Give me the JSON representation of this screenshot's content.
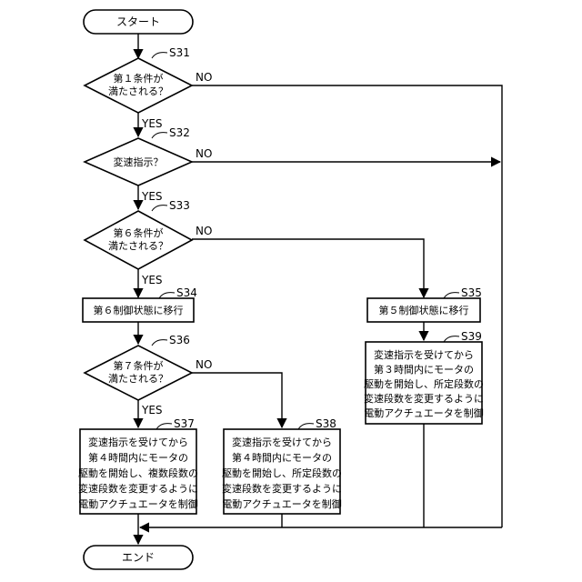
{
  "terminals": {
    "start": "スタート",
    "end": "エンド"
  },
  "steps": {
    "s31": {
      "id": "S31",
      "lines": [
        "第１条件が",
        "満たされる？"
      ]
    },
    "s32": {
      "id": "S32",
      "lines": [
        "変速指示？"
      ]
    },
    "s33": {
      "id": "S33",
      "lines": [
        "第６条件が",
        "満たされる？"
      ]
    },
    "s34": {
      "id": "S34",
      "lines": [
        "第６制御状態に移行"
      ]
    },
    "s35": {
      "id": "S35",
      "lines": [
        "第５制御状態に移行"
      ]
    },
    "s36": {
      "id": "S36",
      "lines": [
        "第７条件が",
        "満たされる？"
      ]
    },
    "s37": {
      "id": "S37",
      "lines": [
        "変速指示を受けてから",
        "第４時間内にモータの",
        "駆動を開始し、複数段数の",
        "変速段数を変更するように",
        "電動アクチュエータを制御"
      ]
    },
    "s38": {
      "id": "S38",
      "lines": [
        "変速指示を受けてから",
        "第４時間内にモータの",
        "駆動を開始し、所定段数の",
        "変速段数を変更するように",
        "電動アクチュエータを制御"
      ]
    },
    "s39": {
      "id": "S39",
      "lines": [
        "変速指示を受けてから",
        "第３時間内にモータの",
        "駆動を開始し、所定段数の",
        "変速段数を変更するように",
        "電動アクチュエータを制御"
      ]
    }
  },
  "branch_labels": {
    "yes": "YES",
    "no": "NO"
  }
}
